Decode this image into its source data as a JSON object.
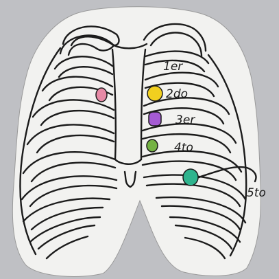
{
  "diagram": {
    "labels": {
      "first": "1er",
      "second": "2do",
      "third": "3er",
      "fourth": "4to",
      "fifth": "5to"
    },
    "markers": [
      {
        "name": "pink-dot",
        "color": "#e78aa6"
      },
      {
        "name": "yellow-dot",
        "color": "#f1cf1f"
      },
      {
        "name": "purple-dot",
        "color": "#a55bd4"
      },
      {
        "name": "green-dot",
        "color": "#74b243"
      },
      {
        "name": "teal-dot",
        "color": "#2fb48e"
      }
    ],
    "colors": {
      "background": "#bfc0c4",
      "paper": "#f2f2f0",
      "ink": "#1b1b1b"
    }
  }
}
